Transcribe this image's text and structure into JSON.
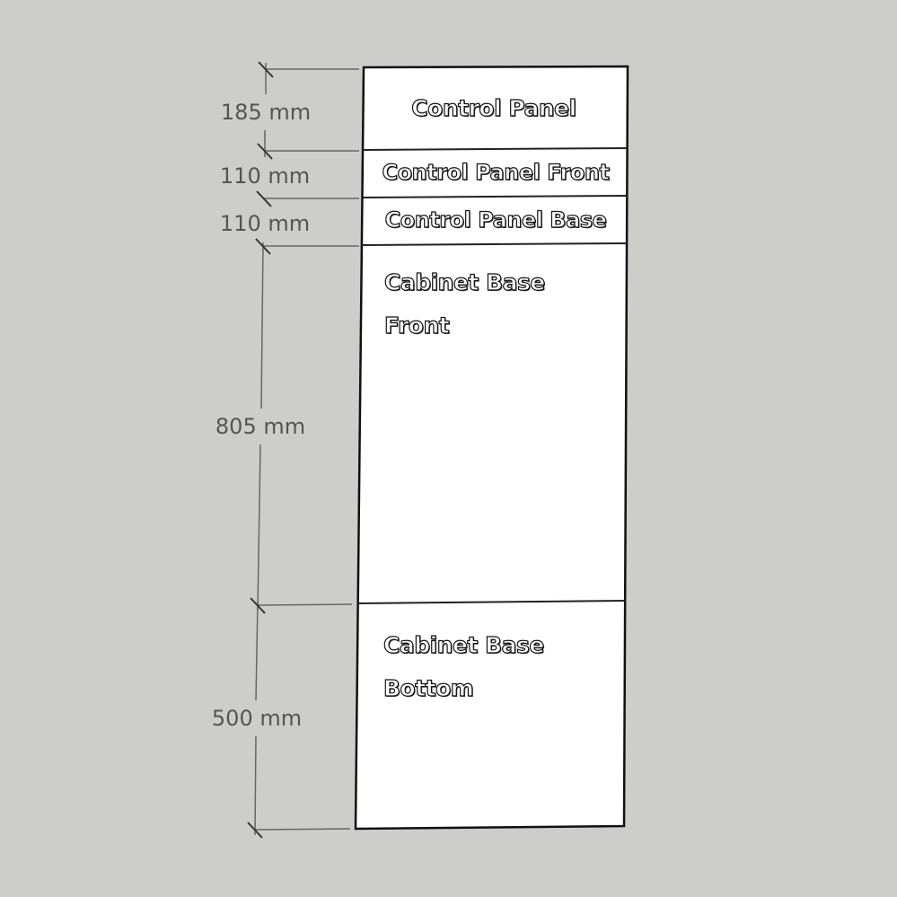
{
  "diagram": {
    "background_color": "#cdcec9",
    "units": "mm",
    "sections": [
      {
        "name": "Control Panel",
        "height_label": "185 mm"
      },
      {
        "name": "Control Panel Front",
        "height_label": "110 mm"
      },
      {
        "name": "Control Panel Base",
        "height_label": "110 mm"
      },
      {
        "name_line1": "Cabinet Base",
        "name_line2": "Front",
        "height_label": "805 mm"
      },
      {
        "name_line1": "Cabinet Base",
        "name_line2": "Bottom",
        "height_label": "500 mm"
      }
    ]
  }
}
